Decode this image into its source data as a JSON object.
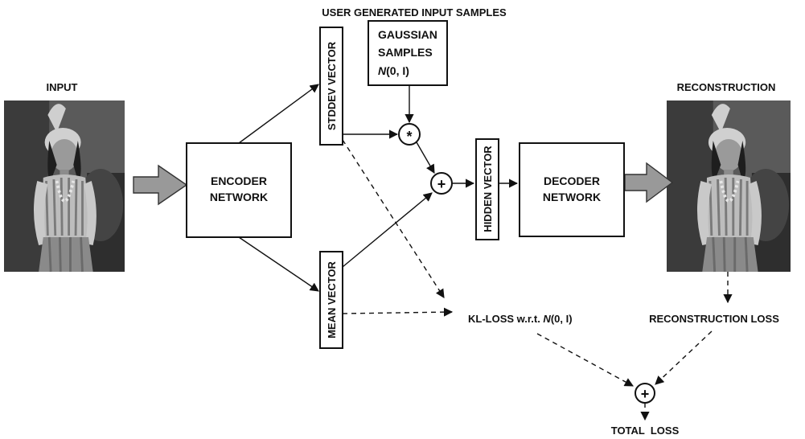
{
  "labels": {
    "user_generated": "USER GENERATED INPUT SAMPLES",
    "input": "INPUT",
    "reconstruction": "RECONSTRUCTION",
    "encoder": [
      "ENCODER",
      "NETWORK"
    ],
    "decoder": [
      "DECODER",
      "NETWORK"
    ],
    "stddev_vector": "STDDEV VECTOR",
    "mean_vector": "MEAN VECTOR",
    "hidden_vector": "HIDDEN VECTOR",
    "gaussian": [
      "GAUSSIAN",
      "SAMPLES",
      "N",
      "(0, I)"
    ],
    "kl_loss": [
      "KL-LOSS w.r.t. ",
      "N",
      "(0, I)"
    ],
    "reconstruction_loss": "RECONSTRUCTION LOSS",
    "total_loss": "TOTAL  LOSS",
    "multiply_op": "*",
    "add_op": "+"
  },
  "colors": {
    "arrow_fill": "#999999",
    "photo_background": "#4a4a4a"
  }
}
